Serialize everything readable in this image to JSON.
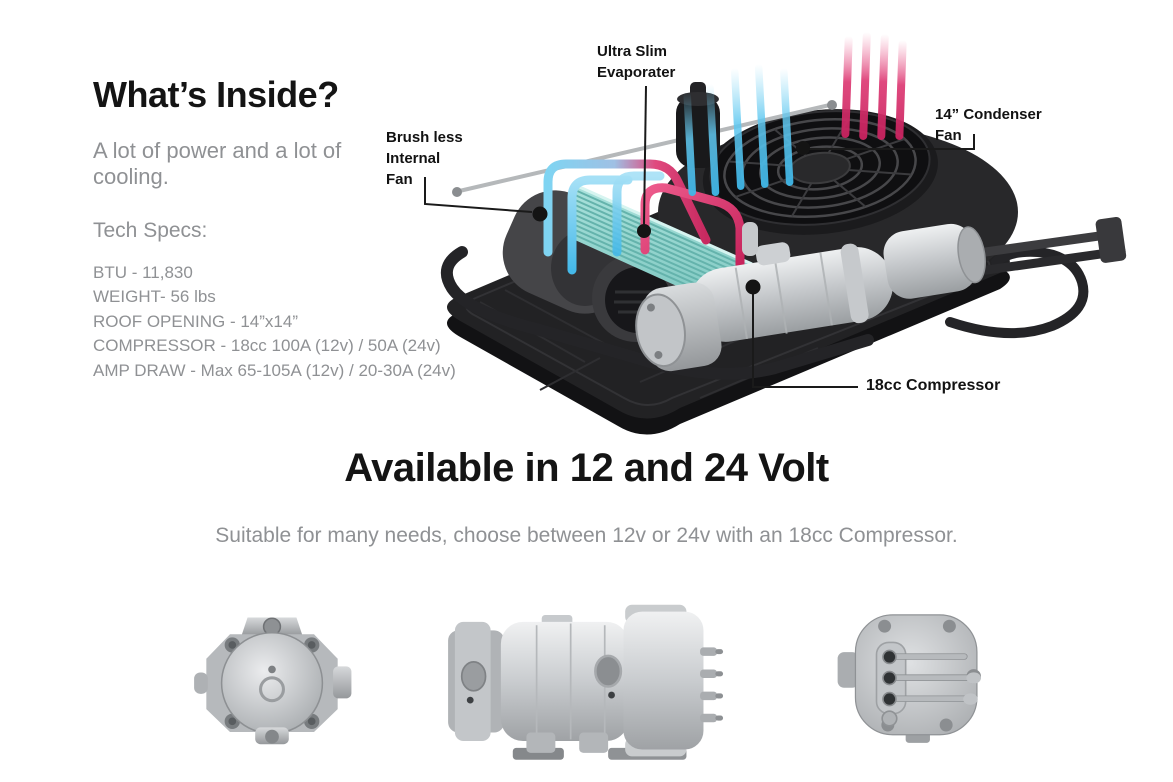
{
  "hero": {
    "title": "What’s Inside?",
    "subtitle": "A lot of power and a lot of cooling.",
    "tech_specs_label": "Tech Specs:",
    "specs": [
      "BTU - 11,830",
      "WEIGHT- 56 lbs",
      "ROOF OPENING - 14”x14”",
      "COMPRESSOR - 18cc 100A (12v) / 50A (24v)",
      "AMP DRAW - Max 65-105A (12v) / 20-30A (24v)"
    ],
    "callouts": {
      "evaporator": {
        "line1": "Ultra Slim",
        "line2": "Evaporater"
      },
      "internal_fan": {
        "line1": "Brush less",
        "line2": "Internal",
        "line3": "Fan"
      },
      "condenser_fan": {
        "line1": "14” Condenser",
        "line2": "Fan"
      },
      "compressor": {
        "line1": "18cc Compressor"
      }
    }
  },
  "availability": {
    "title": "Available in 12 and 24 Volt",
    "subtitle": "Suitable for many needs, choose between 12v or 24v with an 18cc Compressor."
  },
  "product_views": {
    "front": "compressor-front-view",
    "side": "compressor-side-view",
    "back": "compressor-back-view"
  },
  "colors": {
    "heading_text": "#141414",
    "body_text_gray": "#8f9194",
    "callout_text": "#121212",
    "cold_flow_blue": "#5ec7ee",
    "hot_flow_pink": "#d62e66",
    "evaporator_teal": "#8fd2cc",
    "unit_black": "#222224",
    "metal_silver": "#c9cccf",
    "background": "#ffffff"
  }
}
